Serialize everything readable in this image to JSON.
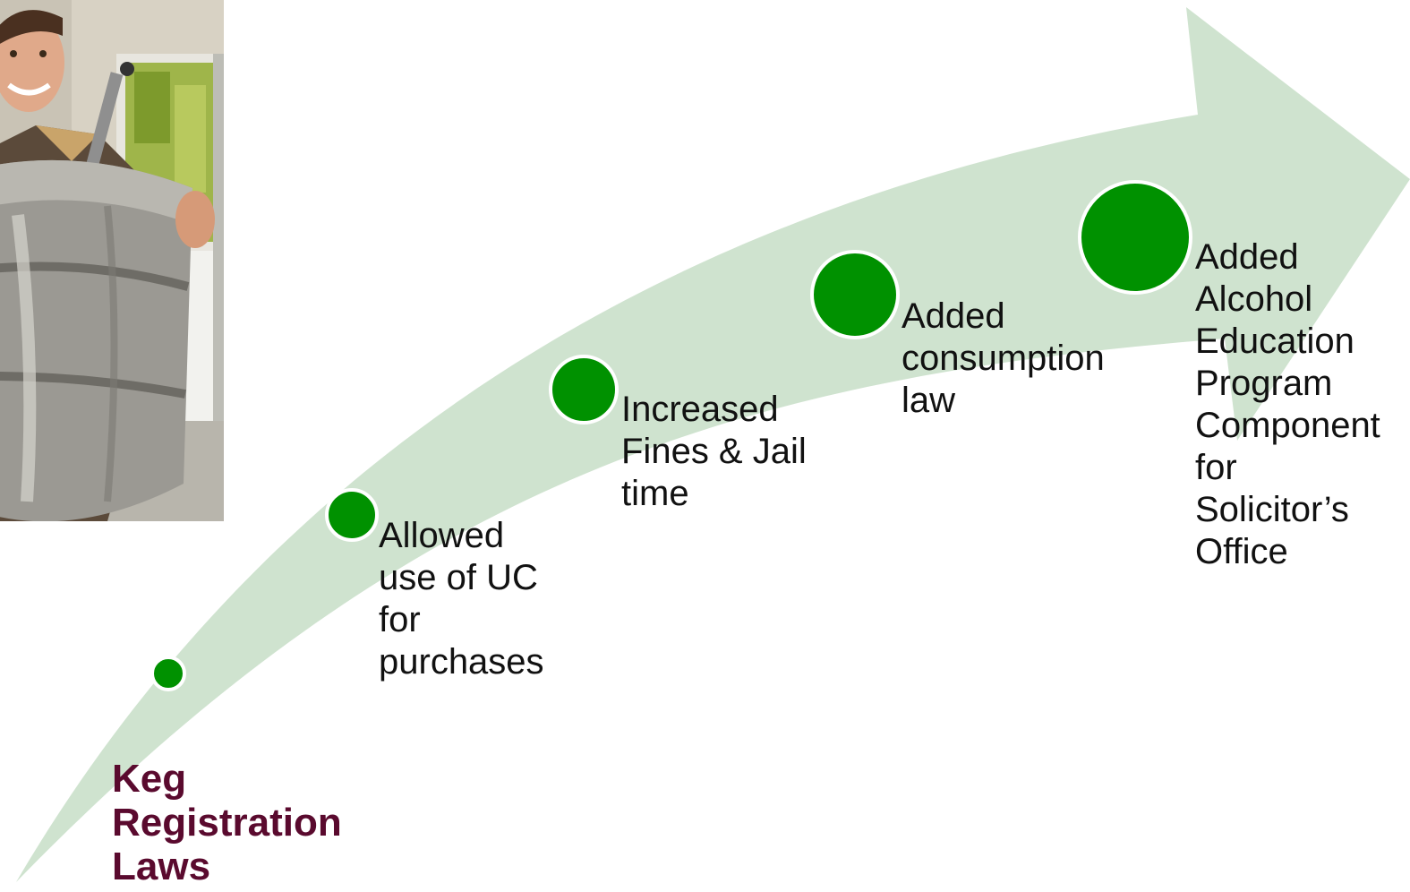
{
  "diagram": {
    "title": "Keg\nRegistration\nLaws",
    "milestones": [
      {
        "label": "Allowed\nuse of UC\nfor\npurchases"
      },
      {
        "label": "Increased\nFines & Jail\ntime"
      },
      {
        "label": "Added\nconsumption\nlaw"
      },
      {
        "label": "Added\nAlcohol\nEducation\nProgram\nComponent\nfor\nSolicitor’s\nOffice"
      }
    ]
  },
  "photo": {
    "description_icon": "person-holding-keg-photo"
  },
  "colors": {
    "arrow_fill": "#cfe3cf",
    "dot_fill": "#009100",
    "dot_stroke": "#ffffff",
    "title_color": "#5a0a2e",
    "label_color": "#111111"
  }
}
